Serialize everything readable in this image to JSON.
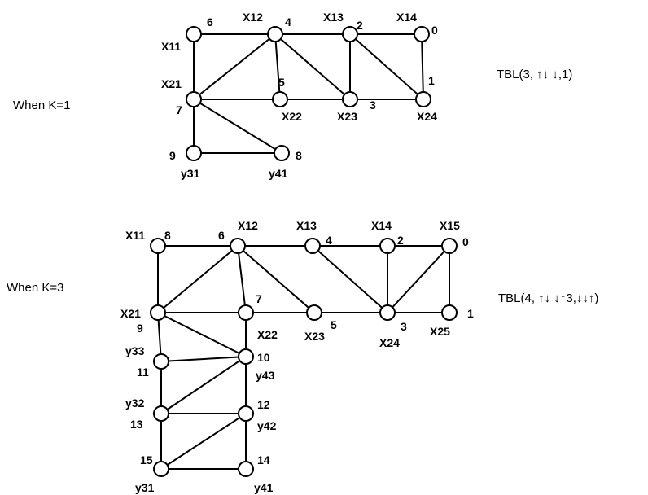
{
  "diagram_a": {
    "case_label": "When K=1",
    "tbl_label": "TBL(3, ↑↓ ↓,1)",
    "nodes": [
      {
        "id": "x11",
        "name": "X11",
        "num": "6"
      },
      {
        "id": "x12",
        "name": "X12",
        "num": "4"
      },
      {
        "id": "x13",
        "name": "X13",
        "num": "2"
      },
      {
        "id": "x14",
        "name": "X14",
        "num": "0"
      },
      {
        "id": "x21",
        "name": "X21",
        "num": "7"
      },
      {
        "id": "x22",
        "name": "X22",
        "num": "5"
      },
      {
        "id": "x23",
        "name": "X23",
        "num": "3"
      },
      {
        "id": "x24",
        "name": "X24",
        "num": "1"
      },
      {
        "id": "y31",
        "name": "y31",
        "num": "9"
      },
      {
        "id": "y41",
        "name": "y41",
        "num": "8"
      }
    ],
    "edges": [
      [
        "x11",
        "x12"
      ],
      [
        "x12",
        "x13"
      ],
      [
        "x13",
        "x14"
      ],
      [
        "x11",
        "x21"
      ],
      [
        "x21",
        "x12"
      ],
      [
        "x12",
        "x22"
      ],
      [
        "x12",
        "x23"
      ],
      [
        "x13",
        "x23"
      ],
      [
        "x13",
        "x24"
      ],
      [
        "x14",
        "x24"
      ],
      [
        "x21",
        "x22"
      ],
      [
        "x22",
        "x23"
      ],
      [
        "x23",
        "x24"
      ],
      [
        "x21",
        "y31"
      ],
      [
        "x21",
        "y41"
      ],
      [
        "y31",
        "y41"
      ]
    ]
  },
  "diagram_b": {
    "case_label": "When K=3",
    "tbl_label": "TBL(4, ↑↓ ↓↑3,↓↓↑)",
    "nodes": [
      {
        "id": "x11",
        "name": "X11",
        "num": "8"
      },
      {
        "id": "x12",
        "name": "X12",
        "num": "6"
      },
      {
        "id": "x13",
        "name": "X13",
        "num": "4"
      },
      {
        "id": "x14",
        "name": "X14",
        "num": "2"
      },
      {
        "id": "x15",
        "name": "X15",
        "num": "0"
      },
      {
        "id": "x21",
        "name": "X21",
        "num": "9"
      },
      {
        "id": "x22",
        "name": "X22",
        "num": "7"
      },
      {
        "id": "x23",
        "name": "X23",
        "num": "5"
      },
      {
        "id": "x24",
        "name": "X24",
        "num": "3"
      },
      {
        "id": "x25",
        "name": "X25",
        "num": "1"
      },
      {
        "id": "y33",
        "name": "y33",
        "num": "11"
      },
      {
        "id": "y43",
        "name": "y43",
        "num": "10"
      },
      {
        "id": "y32",
        "name": "y32",
        "num": "13"
      },
      {
        "id": "y42",
        "name": "y42",
        "num": "12"
      },
      {
        "id": "y31",
        "name": "y31",
        "num": "15"
      },
      {
        "id": "y41",
        "name": "y41",
        "num": "14"
      }
    ],
    "edges": [
      [
        "x11",
        "x12"
      ],
      [
        "x12",
        "x13"
      ],
      [
        "x13",
        "x14"
      ],
      [
        "x14",
        "x15"
      ],
      [
        "x11",
        "x21"
      ],
      [
        "x21",
        "x12"
      ],
      [
        "x12",
        "x22"
      ],
      [
        "x12",
        "x23"
      ],
      [
        "x13",
        "x24"
      ],
      [
        "x14",
        "x24"
      ],
      [
        "x15",
        "x24"
      ],
      [
        "x15",
        "x25"
      ],
      [
        "x21",
        "x22"
      ],
      [
        "x22",
        "x23"
      ],
      [
        "x23",
        "x24"
      ],
      [
        "x24",
        "x25"
      ],
      [
        "x21",
        "y33"
      ],
      [
        "x21",
        "y43"
      ],
      [
        "x22",
        "y43"
      ],
      [
        "y33",
        "y43"
      ],
      [
        "y33",
        "y32"
      ],
      [
        "y43",
        "y32"
      ],
      [
        "y43",
        "y42"
      ],
      [
        "y32",
        "y42"
      ],
      [
        "y32",
        "y31"
      ],
      [
        "y42",
        "y31"
      ],
      [
        "y42",
        "y41"
      ],
      [
        "y31",
        "y41"
      ]
    ]
  }
}
